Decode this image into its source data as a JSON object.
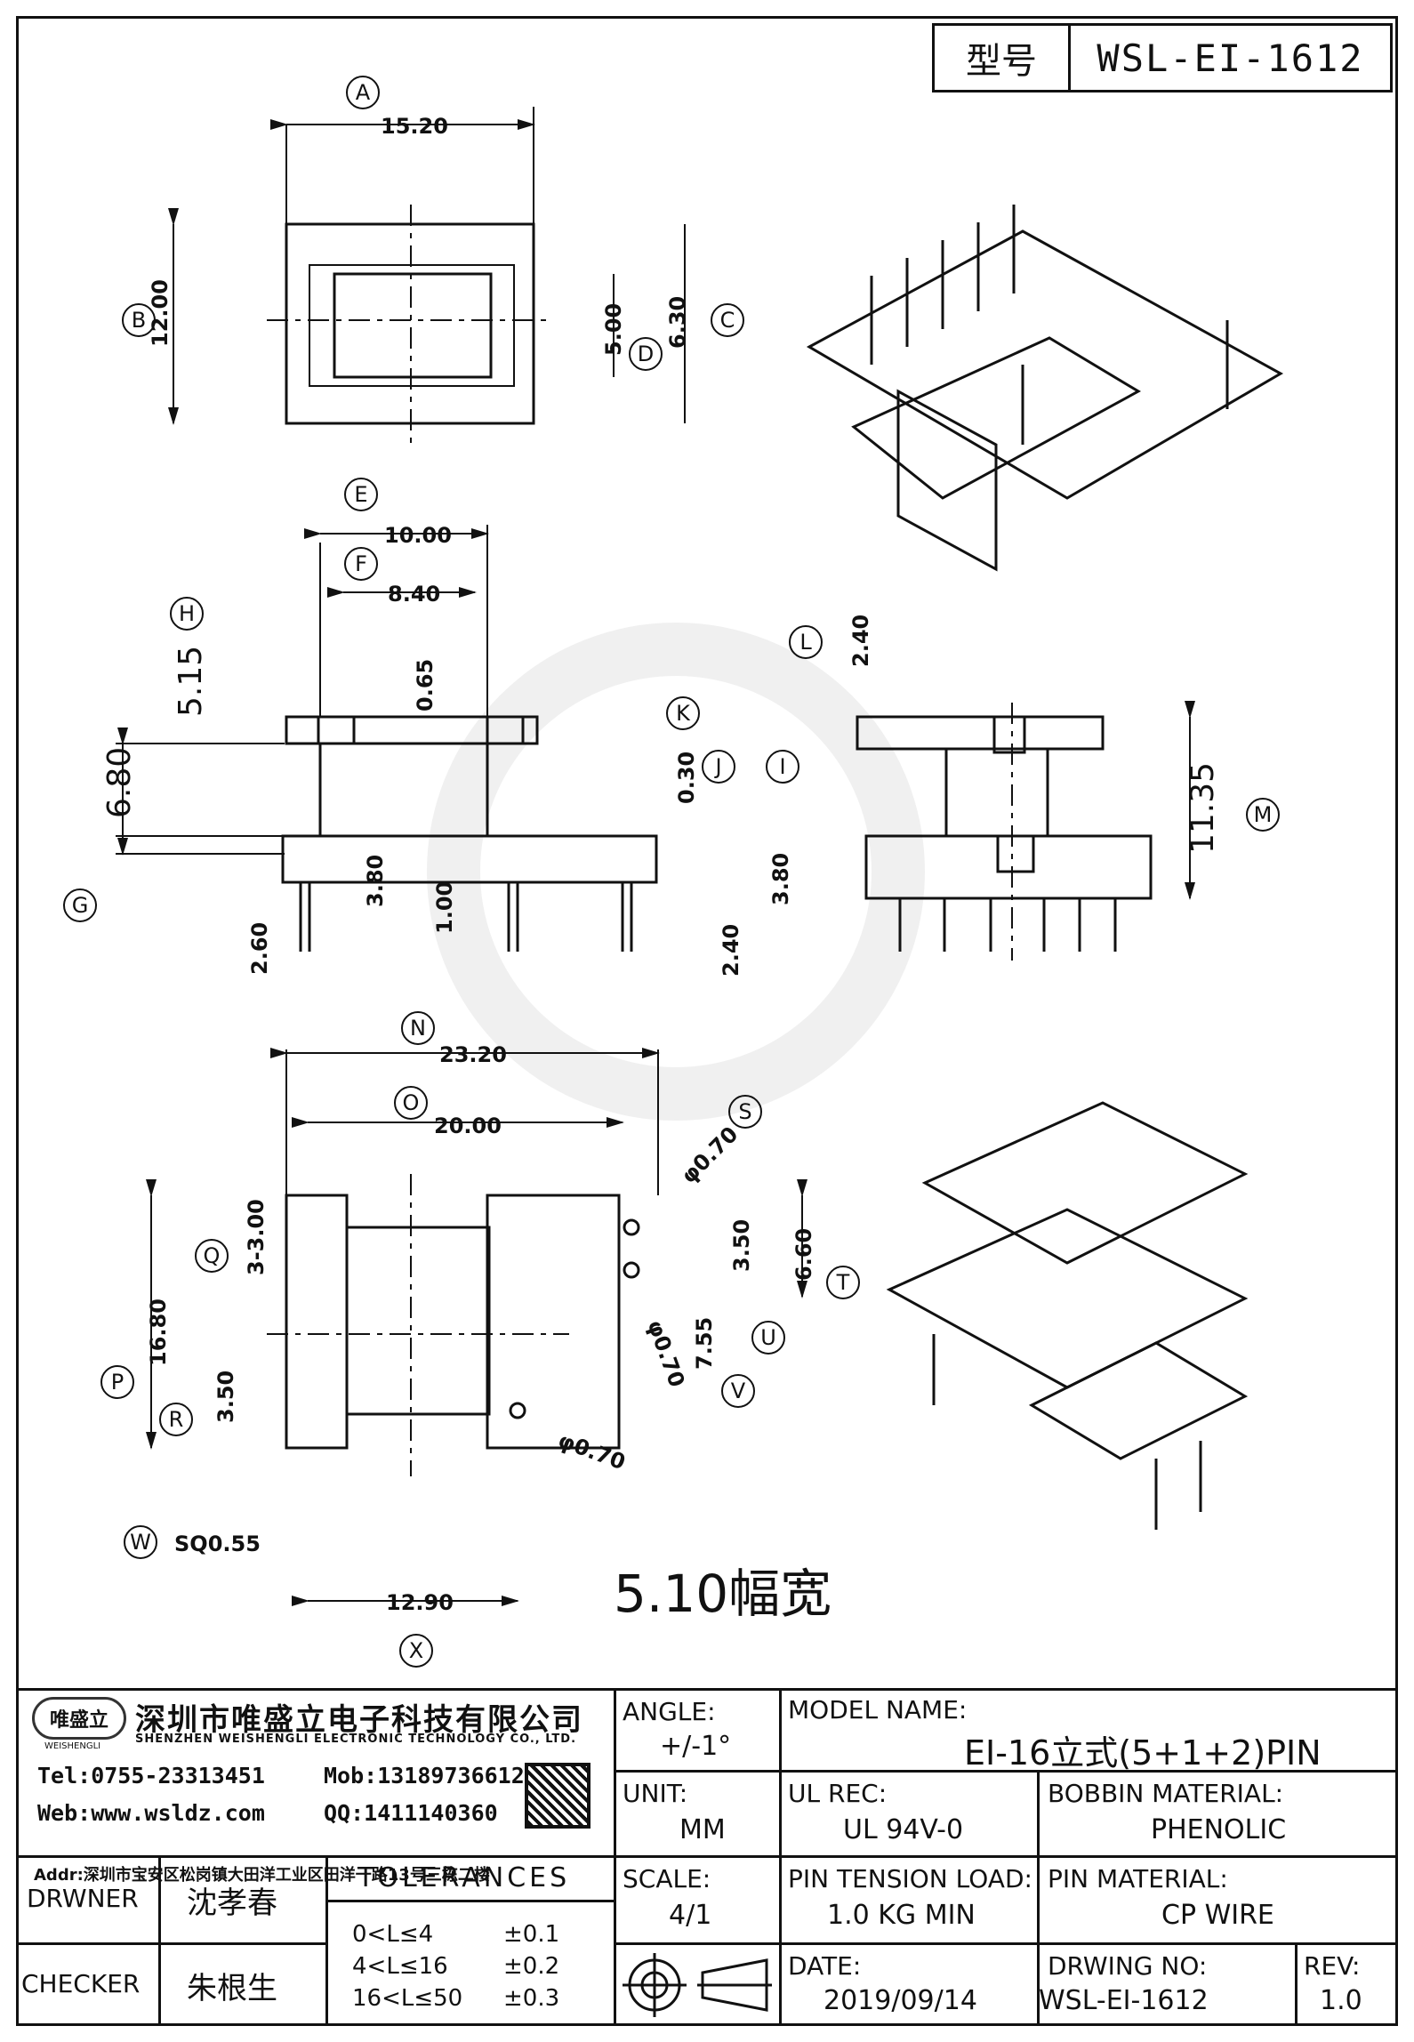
{
  "title_block": {
    "type_label": "型号",
    "type_value": "WSL-EI-1612"
  },
  "dimensions": {
    "A": "15.20",
    "B": "12.00",
    "C": "6.30",
    "D": "5.00",
    "E": "10.00",
    "F": "8.40",
    "H": "5.15",
    "G": "6.80",
    "h_065": "0.65",
    "h_380a": "3.80",
    "h_100": "1.00",
    "h_260": "2.60",
    "K": "0.30",
    "h_380b": "3.80",
    "h_240a": "2.40",
    "L": "2.40",
    "M": "11.35",
    "N": "23.20",
    "O": "20.00",
    "S": "φ0.70",
    "T": "6.60",
    "T2": "3.50",
    "U": "φ0.70",
    "V": "7.55",
    "Q": "3-3.00",
    "P": "16.80",
    "R": "3.50",
    "X": "12.90",
    "W": "SQ0.55",
    "hole": "φ0.70"
  },
  "labels": [
    "A",
    "B",
    "C",
    "D",
    "E",
    "F",
    "H",
    "K",
    "J",
    "I",
    "G",
    "L",
    "M",
    "N",
    "O",
    "S",
    "T",
    "U",
    "V",
    "Q",
    "P",
    "R",
    "W",
    "X"
  ],
  "note": "5.10幅宽",
  "company": {
    "name_cn": "深圳市唯盛立电子科技有限公司",
    "name_en": "SHENZHEN WEISHENGLI ELECTRONIC TECHNOLOGY CO., LTD.",
    "tel": "Tel:0755-23313451",
    "mob": "Mob:13189736612",
    "web": "Web:www.wsldz.com",
    "qq": "QQ:1411140360",
    "addr": "Addr:深圳市宝安区松岗镇大田洋工业区田洋一路13号三栋二楼",
    "logo": "唯盛立",
    "logo_sub": "WEISHENGLI"
  },
  "people": {
    "drawer_label": "DRWNER",
    "drawer": "沈孝春",
    "checker_label": "CHECKER",
    "checker": "朱根生"
  },
  "tolerances": {
    "title": "TOLERANCES",
    "rows": [
      {
        "range": "0<L≤4",
        "tol": "±0.1"
      },
      {
        "range": "4<L≤16",
        "tol": "±0.2"
      },
      {
        "range": "16<L≤50",
        "tol": "±0.3"
      }
    ]
  },
  "angle": {
    "label": "ANGLE:",
    "value": "+/-1°"
  },
  "unit": {
    "label": "UNIT:",
    "value": "MM"
  },
  "scale": {
    "label": "SCALE:",
    "value": "4/1"
  },
  "model": {
    "label": "MODEL NAME:",
    "value": "EI-16立式(5+1+2)PIN"
  },
  "ul": {
    "label": "UL REC:",
    "value": "UL 94V-0"
  },
  "bobbin": {
    "label": "BOBBIN MATERIAL:",
    "value": "PHENOLIC"
  },
  "tension": {
    "label": "PIN TENSION LOAD:",
    "value": "1.0 KG MIN"
  },
  "pin_material": {
    "label": "PIN MATERIAL:",
    "value": "CP WIRE"
  },
  "date": {
    "label": "DATE:",
    "value": "2019/09/14"
  },
  "drawing_no": {
    "label": "DRWING NO:",
    "value": "WSL-EI-1612"
  },
  "rev": {
    "label": "REV:",
    "value": "1.0"
  }
}
